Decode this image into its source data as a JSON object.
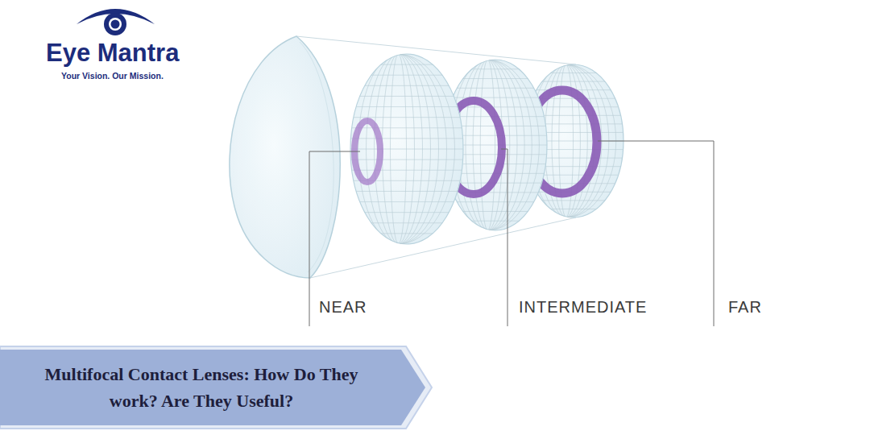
{
  "diagram": {
    "nodes": [
      {
        "text": [
          "Multifocal Contact Lenses: How Do They work? Are They Useful?"
        ]
      }
    ],
    "labels": [
      "Eye Mantra",
      "Your Vision. Our Mission.",
      "NEAR",
      "INTERMEDIATE",
      "FAR"
    ]
  }
}
